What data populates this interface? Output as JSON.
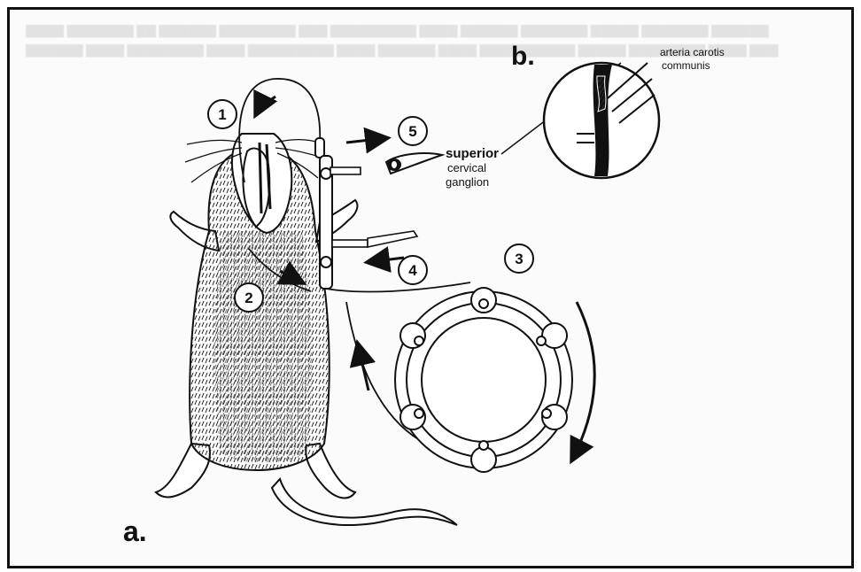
{
  "figure": {
    "panel_a": "a.",
    "panel_b": "b.",
    "steps": [
      "1",
      "2",
      "3",
      "4",
      "5"
    ],
    "ganglion_label": [
      "superior",
      "cervical",
      "ganglion"
    ],
    "artery_label": [
      "arteria carotis",
      "communis"
    ]
  },
  "icons": [
    "rat-illustration",
    "roller-pump-icon",
    "catheter-icon",
    "flow-arrow-icon",
    "magnifier-circle-icon"
  ]
}
